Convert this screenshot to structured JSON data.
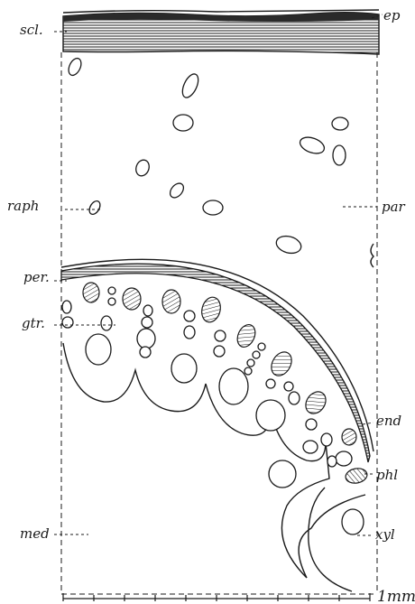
{
  "labels": {
    "scl": "scl.",
    "ep": "ep",
    "raph": "raph",
    "par": "par",
    "per": "per.",
    "gtr": "gtr.",
    "end": "end",
    "phl": "phl",
    "med": "med",
    "xyl": "xyl"
  },
  "scale": {
    "label": "1mm"
  }
}
